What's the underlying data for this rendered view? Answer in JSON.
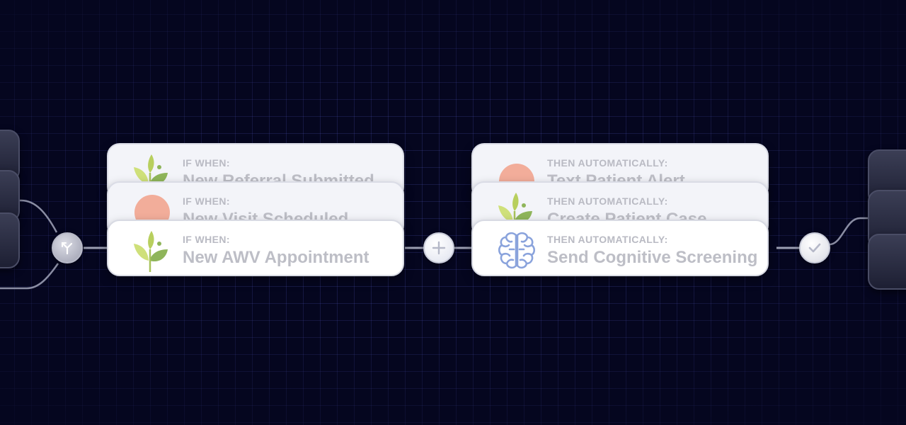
{
  "trigger_cards": [
    {
      "label": "IF WHEN:",
      "title": "New Referral Submitted",
      "icon": "leaf-icon"
    },
    {
      "label": "IF WHEN:",
      "title": "New Visit Scheduled",
      "icon": "orange-circle-icon"
    },
    {
      "label": "IF WHEN:",
      "title": "New AWV Appointment",
      "icon": "leaf-icon"
    }
  ],
  "action_cards": [
    {
      "label": "THEN AUTOMATICALLY:",
      "title": "Text Patient Alert",
      "icon": "orange-circle-icon"
    },
    {
      "label": "THEN AUTOMATICALLY:",
      "title": "Create Patient Case",
      "icon": "leaf-icon"
    },
    {
      "label": "THEN AUTOMATICALLY:",
      "title": "Send Cognitive Screening",
      "icon": "brain-icon"
    }
  ],
  "nodes": {
    "split_icon": "split-icon",
    "add_icon": "plus-icon",
    "done_icon": "checkmark-icon"
  },
  "colors": {
    "background": "#05061f",
    "grid": "#5a5fd2",
    "leaf_light": "#cfe07a",
    "leaf_dark": "#8fb55a",
    "orange_circle": "#f2ad9a",
    "brain_blue": "#8aa3dc"
  }
}
